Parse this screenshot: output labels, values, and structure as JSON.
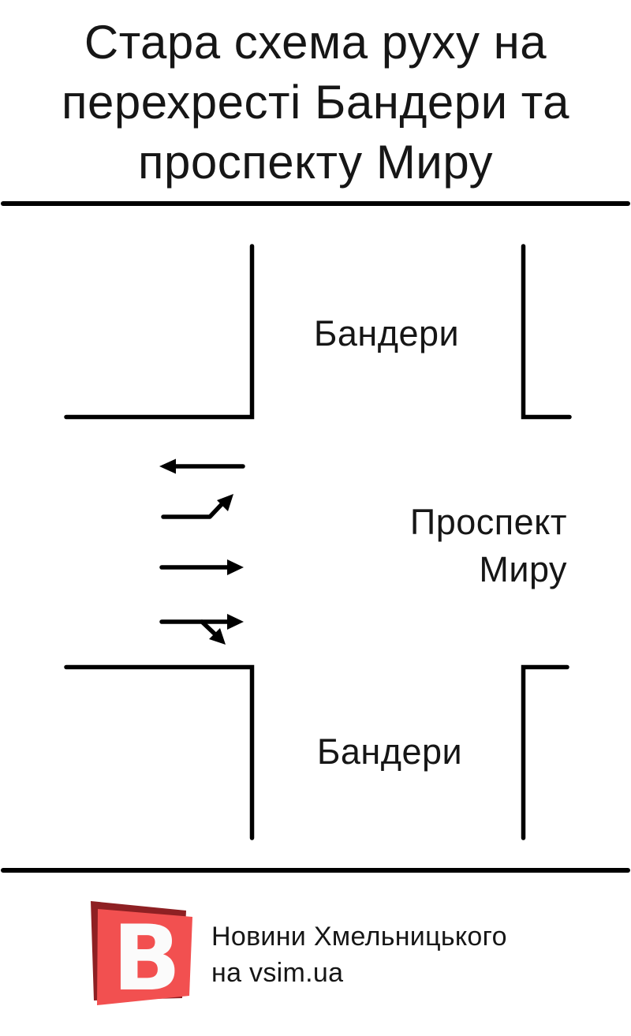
{
  "page": {
    "background": "#ffffff",
    "ink": "#000000"
  },
  "header": {
    "title_lines": [
      "Стара схема руху на",
      "перехресті Бандери та",
      "проспекту Миру"
    ]
  },
  "diagram": {
    "label_street_top": "Бандери",
    "label_street_bottom": "Бандери",
    "label_avenue_line1": "Проспект",
    "label_avenue_line2": "Миру"
  },
  "footer": {
    "logo_letter": "В",
    "logo_front_color": "#f25050",
    "logo_back_color": "#8e2023",
    "logo_letter_color": "#fbfbfb",
    "line1": "Новини Хмельницького",
    "line2": "на vsim.ua"
  }
}
